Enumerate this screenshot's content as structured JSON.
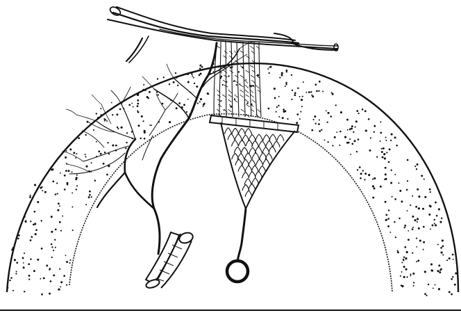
{
  "figure": {
    "ink_color": "#111111",
    "paper_color": "#ffffff",
    "description_visible_text": "",
    "elements": [
      "outer-cortex-arc",
      "inner-cortex-arc",
      "stippled-cortex-band",
      "surface-nerve-bundle",
      "branching-dendrite-tree",
      "tubular-axon-stub",
      "fiber-bundle-columns",
      "crossbar-rod",
      "triangular-fiber-net",
      "stalk",
      "ring-cell-body"
    ]
  }
}
